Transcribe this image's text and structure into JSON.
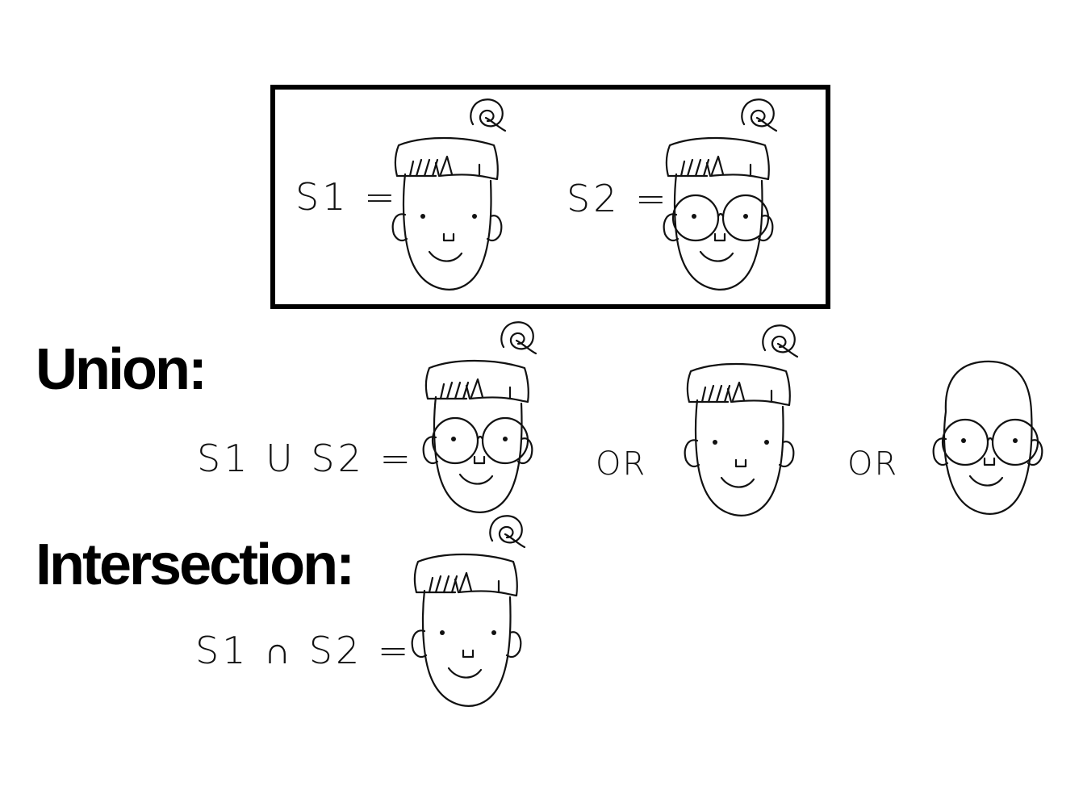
{
  "definitions": {
    "s1_label": "S1 =",
    "s2_label": "S2 ="
  },
  "union": {
    "heading": "Union:",
    "expression": "S1 U S2 =",
    "or_1": "OR",
    "or_2": "OR"
  },
  "intersection": {
    "heading": "Intersection:",
    "expression": "S1 ∩ S2 ="
  }
}
